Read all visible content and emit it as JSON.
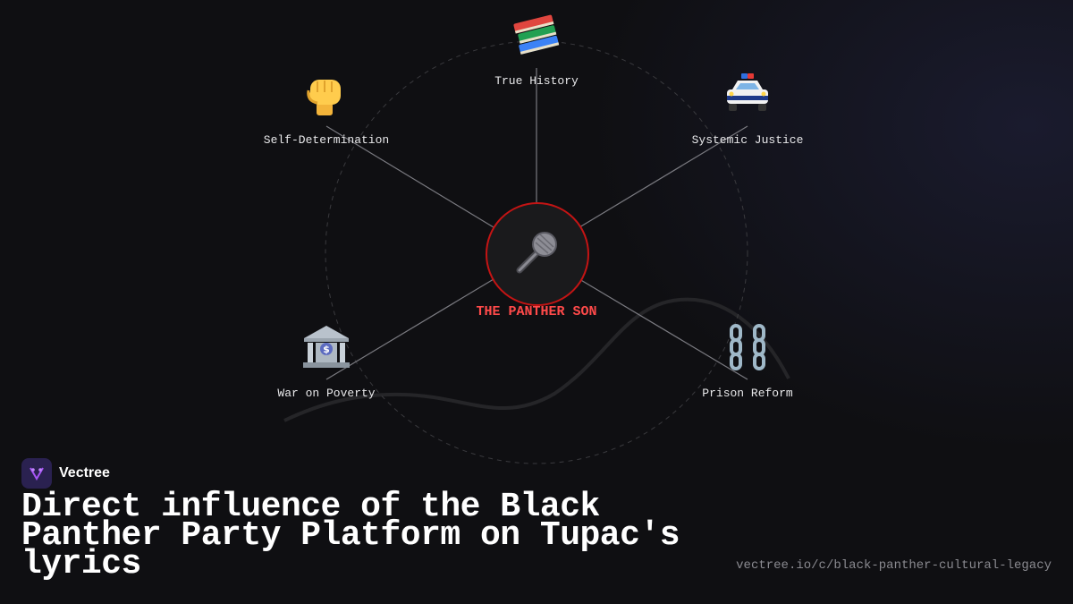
{
  "center": {
    "label": "THE PANTHER SON",
    "icon": "microphone-icon"
  },
  "nodes": [
    {
      "label": "True History",
      "icon": "books-icon"
    },
    {
      "label": "Systemic Justice",
      "icon": "police-car-icon"
    },
    {
      "label": "Prison Reform",
      "icon": "chains-icon"
    },
    {
      "label": "War on Poverty",
      "icon": "bank-icon"
    },
    {
      "label": "Self-Determination",
      "icon": "raised-fist-icon"
    }
  ],
  "brand": {
    "name": "Vectree",
    "logo": "vectree-logo-icon"
  },
  "headline": "Direct influence of the Black Panther Party Platform on Tupac's lyrics",
  "url": "vectree.io/c/black-panther-cultural-legacy",
  "colors": {
    "accent": "#ff4a4a",
    "ring": "#c41414",
    "background": "#0f0f12"
  }
}
